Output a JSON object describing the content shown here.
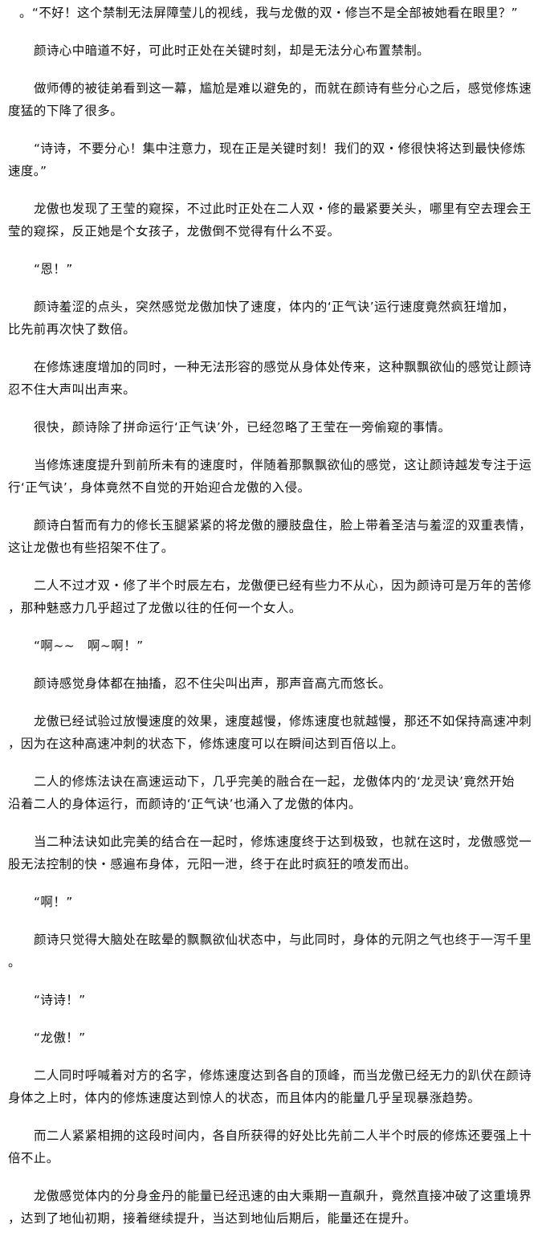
{
  "paragraphs": [
    {
      "lines": [
        "。“不好！这个禁制无法屏障莹儿的视线，我与龙傲的双・修岂不是全部被她看在眼里？”"
      ]
    },
    {
      "lines": [
        "颜诗心中暗道不好，可此时正处在关键时刻，却是无法分心布置禁制。"
      ]
    },
    {
      "lines": [
        "做师傅的被徒弟看到这一幕，尴尬是难以避免的，而就在颜诗有些分心之后，感觉修炼速",
        "度猛的下降了很多。"
      ]
    },
    {
      "lines": [
        "“诗诗，不要分心！集中注意力，现在正是关键时刻！我们的双・修很快将达到最快修炼",
        "速度。”"
      ]
    },
    {
      "lines": [
        "龙傲也发现了王莹的窥探，不过此时正处在二人双・修的最紧要关头，哪里有空去理会王",
        "莹的窥探，反正她是个女孩子，龙傲倒不觉得有什么不妥。"
      ]
    },
    {
      "lines": [
        "“恩！”"
      ]
    },
    {
      "lines": [
        "颜诗羞涩的点头，突然感觉龙傲加快了速度，体内的‘正气诀’运行速度竟然疯狂增加，",
        "比先前再次快了数倍。"
      ]
    },
    {
      "lines": [
        "在修炼速度增加的同时，一种无法形容的感觉从身体处传来，这种飘飘欲仙的感觉让颜诗",
        "忍不住大声叫出声来。"
      ]
    },
    {
      "lines": [
        "很快，颜诗除了拼命运行‘正气诀’外，已经忽略了王莹在一旁偷窥的事情。"
      ]
    },
    {
      "lines": [
        "当修炼速度提升到前所未有的速度时，伴随着那飘飘欲仙的感觉，这让颜诗越发专注于运",
        "行‘正气诀’，身体竟然不自觉的开始迎合龙傲的入侵。"
      ]
    },
    {
      "lines": [
        "颜诗白皙而有力的修长玉腿紧紧的将龙傲的腰肢盘住，脸上带着圣洁与羞涩的双重表情，",
        "这让龙傲也有些招架不住了。"
      ]
    },
    {
      "lines": [
        "二人不过才双・修了半个时辰左右，龙傲便已经有些力不从心，因为颜诗可是万年的苦修",
        "，那种魅惑力几乎超过了龙傲以往的任何一个女人。"
      ]
    },
    {
      "lines": [
        "“啊~~　啊~啊！”"
      ]
    },
    {
      "lines": [
        "颜诗感觉身体都在抽搐，忍不住尖叫出声，那声音高亢而悠长。"
      ]
    },
    {
      "lines": [
        "龙傲已经试验过放慢速度的效果，速度越慢，修炼速度也就越慢，那还不如保持高速冲刺",
        "，因为在这种高速冲刺的状态下，修炼速度可以在瞬间达到百倍以上。"
      ]
    },
    {
      "lines": [
        "二人的修炼法诀在高速运动下，几乎完美的融合在一起，龙傲体内的‘龙灵诀’竟然开始",
        "沿着二人的身体运行，而颜诗的‘正气诀’也涌入了龙傲的体内。"
      ]
    },
    {
      "lines": [
        "当二种法诀如此完美的结合在一起时，修炼速度终于达到极致，也就在这时，龙傲感觉一",
        "股无法控制的快・感遍布身体，元阳一泄，终于在此时疯狂的喷发而出。"
      ]
    },
    {
      "lines": [
        "“啊！”"
      ]
    },
    {
      "lines": [
        "颜诗只觉得大脑处在眩晕的飘飘欲仙状态中，与此同时，身体的元阴之气也终于一泻千里",
        "。"
      ]
    },
    {
      "lines": [
        "“诗诗！”"
      ]
    },
    {
      "lines": [
        "“龙傲！”"
      ]
    },
    {
      "lines": [
        "二人同时呼喊着对方的名字，修炼速度达到各自的顶峰，而当龙傲已经无力的趴伏在颜诗",
        "身体之上时，体内的修炼速度达到惊人的状态，而且体内的能量几乎呈现暴涨趋势。"
      ]
    },
    {
      "lines": [
        "而二人紧紧相拥的这段时间内，各自所获得的好处比先前二人半个时辰的修炼还要强上十",
        "倍不止。"
      ]
    },
    {
      "lines": [
        "龙傲感觉体内的分身金丹的能量已经迅速的由大乘期一直飙升，竟然直接冲破了这重境界",
        "，达到了地仙初期，接着继续提升，当达到地仙后期后，能量还在提升。"
      ]
    }
  ]
}
